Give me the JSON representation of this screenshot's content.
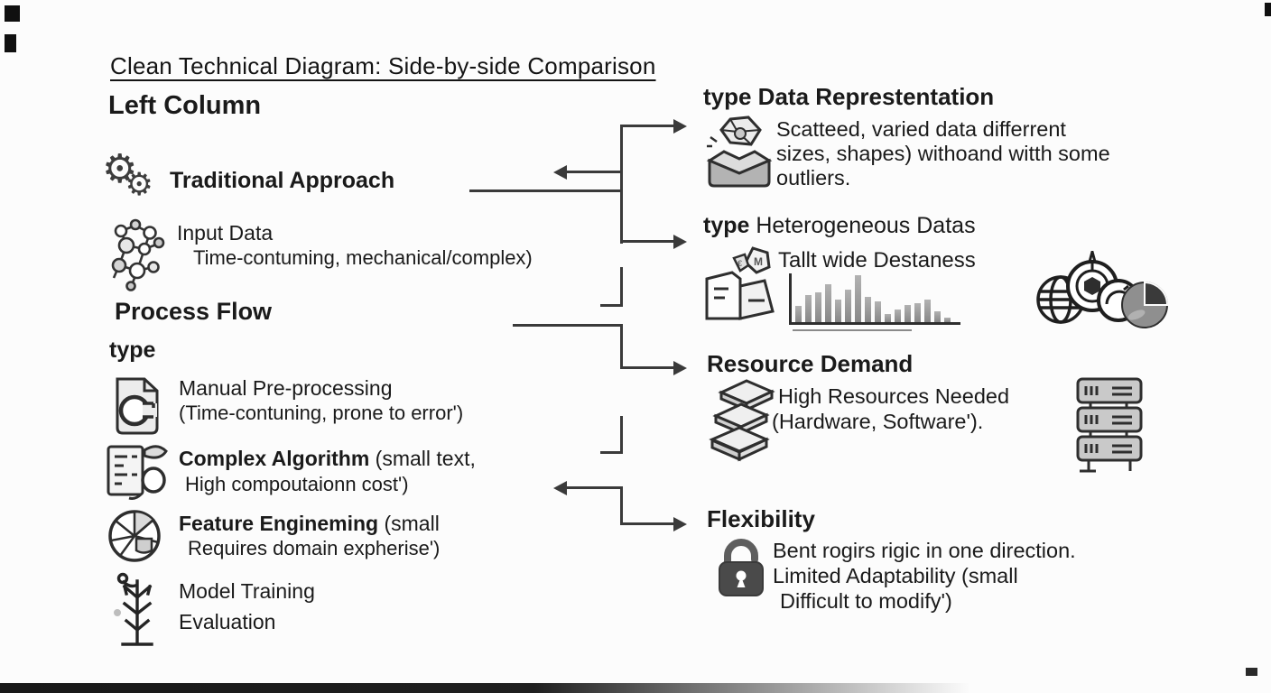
{
  "page": {
    "title": "Clean Technical Diagram: Side-by-side Comparison"
  },
  "left": {
    "heading": "Left Column",
    "traditional": {
      "title": "Traditional Approach"
    },
    "input": {
      "title": "Input Data",
      "subtitle": "Time-contuming, mechanical/complex)"
    },
    "process_flow": {
      "heading": "Process Flow",
      "type_label": "type"
    },
    "steps": [
      {
        "title": "Manual Pre-processing",
        "suffix": "",
        "subtitle": "(Time-contuning, prone to error')"
      },
      {
        "title": "Complex Algorithm",
        "suffix": " (small text,",
        "subtitle": "High compoutaionn cost')"
      },
      {
        "title": "Feature Engineming",
        "suffix": " (small",
        "subtitle": "Requires domain expherise')"
      },
      {
        "title": "Model Training",
        "suffix": "",
        "subtitle": "Evaluation"
      }
    ]
  },
  "right": {
    "data_representation": {
      "heading": "type Data Represtentation",
      "lines": [
        "Scatteed, varied data differrent",
        "sizes, shapes) withoand witth some",
        "outliers."
      ]
    },
    "heterogeneous": {
      "type_word": "type",
      "heading": " Heterogeneous Datas",
      "chart_title": "Tallt wide Destaness"
    },
    "resource": {
      "heading": "Resource Demand",
      "lines": [
        "High Resources Needed",
        "(Hardware, Software')."
      ]
    },
    "flexibility": {
      "heading": "Flexibility",
      "lines": [
        "Bent rogirs rigic in one direction.",
        "Limited Adaptability (small",
        "Difficult to modify')"
      ]
    }
  },
  "chart_data": {
    "type": "bar",
    "title": "Tallt wide Destaness",
    "values": [
      35,
      58,
      63,
      80,
      48,
      70,
      100,
      54,
      45,
      17,
      27,
      37,
      40,
      48,
      23,
      9
    ],
    "ylim": [
      0,
      100
    ],
    "xlabel": "",
    "ylabel": "",
    "grid": false,
    "legend": false,
    "bar_color": "#9a9a9a",
    "axis_color": "#2e2e2e"
  },
  "icons": {
    "gears": "gears-icon",
    "molecule": "molecule-icon",
    "document_gear": "document-gear-icon",
    "document_leaf": "document-leaf-icon",
    "segmented_wheel": "segmented-wheel-icon",
    "plant": "plant-icon",
    "box_gem": "box-gem-icon",
    "document_tag": "document-tag-icon",
    "globe": "globe-icon",
    "compass": "compass-icon",
    "arc_circle": "arc-circle-icon",
    "pie": "pie-chart-icon",
    "layers": "layers-icon",
    "server": "server-rack-icon",
    "lock": "lock-icon"
  },
  "colors": {
    "text": "#1a1a1a",
    "connector": "#3a3a3a",
    "bar": "#9a9a9a",
    "icon_fill": "#d9d9d9"
  }
}
